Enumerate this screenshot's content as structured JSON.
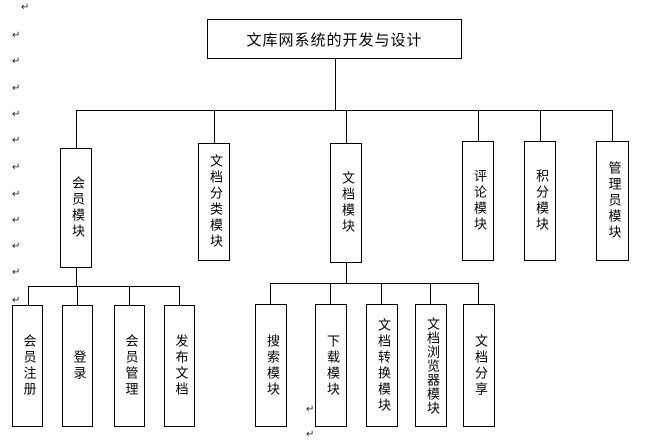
{
  "paragraph_mark": "↵",
  "title": "文库网系统的开发与设计",
  "modules": [
    {
      "label": "会员模块"
    },
    {
      "label": "文档分类模块"
    },
    {
      "label": "文档模块"
    },
    {
      "label": "评论模块"
    },
    {
      "label": "积分模块"
    },
    {
      "label": "管理员模块"
    }
  ],
  "member_submodules": [
    {
      "label": "会员注册"
    },
    {
      "label": "登录"
    },
    {
      "label": "会员管理"
    },
    {
      "label": "发布文档"
    }
  ],
  "document_submodules": [
    {
      "label": "搜索模块"
    },
    {
      "label": "下载模块"
    },
    {
      "label": "文档转换模块"
    },
    {
      "label": "文档浏览器模块"
    },
    {
      "label": "文档分享"
    }
  ]
}
